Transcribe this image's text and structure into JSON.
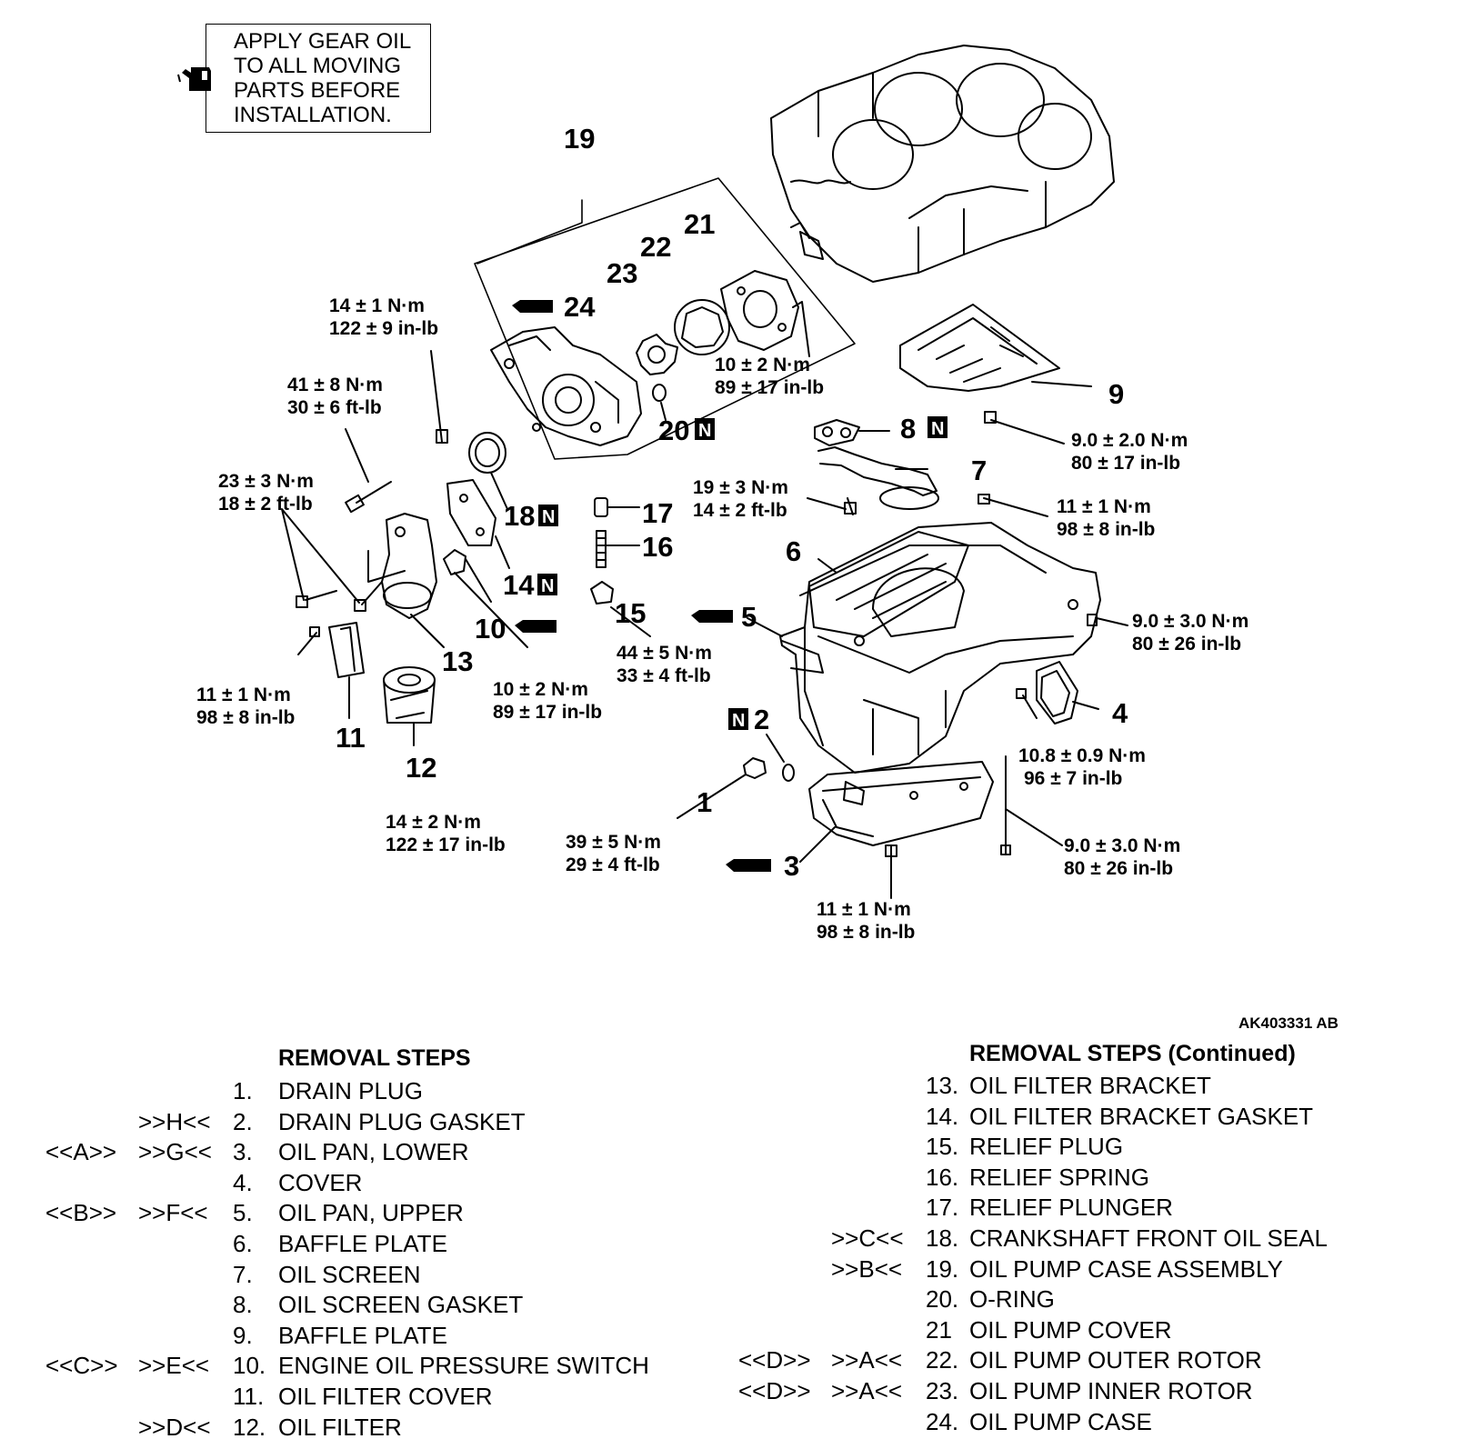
{
  "note": {
    "lines": [
      "APPLY GEAR OIL",
      "TO ALL MOVING",
      "PARTS BEFORE",
      "INSTALLATION."
    ],
    "icon": "oil-can-icon"
  },
  "document_id": "AK403331 AB",
  "callouts": {
    "c19": "19",
    "c21": "21",
    "c22": "22",
    "c23": "23",
    "c24": "24",
    "c20": "20",
    "c18": "18",
    "c17": "17",
    "c16": "16",
    "c15": "15",
    "c14": "14",
    "c13": "13",
    "c12": "12",
    "c11": "11",
    "c10": "10",
    "c9": "9",
    "c8": "8",
    "c7": "7",
    "c6": "6",
    "c5": "5",
    "c4": "4",
    "c3": "3",
    "c2": "2",
    "c1": "1",
    "new_part_mark": "N"
  },
  "torques": {
    "t_pump_bolt": [
      "14 ± 1 N·m",
      "122 ± 9 in-lb"
    ],
    "t_bracket_bolt": [
      "41 ± 8 N·m",
      "30 ± 6 ft-lb"
    ],
    "t_bracket_small": [
      "23 ± 3 N·m",
      "18 ± 2 ft-lb"
    ],
    "t_cover_screw": [
      "10 ± 2 N·m",
      "89 ± 17 in-lb"
    ],
    "t_baffle": [
      "9.0 ± 2.0 N·m",
      "80 ± 17 in-lb"
    ],
    "t_screen": [
      "19 ± 3 N·m",
      "14 ± 2 ft-lb"
    ],
    "t_screen_nut": [
      "11 ± 1 N·m",
      "98 ± 8 in-lb"
    ],
    "t_upper_pan": [
      "9.0 ± 3.0 N·m",
      "80 ± 26 in-lb"
    ],
    "t_filter_cover": [
      "11 ± 1 N·m",
      "98 ± 8 in-lb"
    ],
    "t_switch": [
      "10 ± 2 N·m",
      "89 ± 17 in-lb"
    ],
    "t_relief": [
      "44 ± 5 N·m",
      "33 ± 4 ft-lb"
    ],
    "t_cover4": [
      "10.8 ± 0.9 N·m",
      "96 ± 7 in-lb"
    ],
    "t_filter": [
      "14 ± 2 N·m",
      "122 ± 17 in-lb"
    ],
    "t_drain": [
      "39 ± 5 N·m",
      "29 ± 4 ft-lb"
    ],
    "t_long_bolt": [
      "9.0 ± 3.0 N·m",
      "80 ± 26 in-lb"
    ],
    "t_lower_pan": [
      "11 ± 1 N·m",
      "98 ± 8 in-lb"
    ]
  },
  "removal_steps": {
    "title": "REMOVAL STEPS",
    "items": [
      {
        "c1": "",
        "c2": "",
        "num": "1.",
        "name": "DRAIN PLUG"
      },
      {
        "c1": "",
        "c2": ">>H<<",
        "num": "2.",
        "name": "DRAIN PLUG GASKET"
      },
      {
        "c1": "<<A>>",
        "c2": ">>G<<",
        "num": "3.",
        "name": "OIL PAN, LOWER"
      },
      {
        "c1": "",
        "c2": "",
        "num": "4.",
        "name": "COVER"
      },
      {
        "c1": "<<B>>",
        "c2": ">>F<<",
        "num": "5.",
        "name": "OIL PAN, UPPER"
      },
      {
        "c1": "",
        "c2": "",
        "num": "6.",
        "name": "BAFFLE PLATE"
      },
      {
        "c1": "",
        "c2": "",
        "num": "7.",
        "name": "OIL SCREEN"
      },
      {
        "c1": "",
        "c2": "",
        "num": "8.",
        "name": "OIL SCREEN GASKET"
      },
      {
        "c1": "",
        "c2": "",
        "num": "9.",
        "name": "BAFFLE PLATE"
      },
      {
        "c1": "<<C>>",
        "c2": ">>E<<",
        "num": "10.",
        "name": "ENGINE OIL PRESSURE SWITCH"
      },
      {
        "c1": "",
        "c2": "",
        "num": "11.",
        "name": "OIL FILTER COVER"
      },
      {
        "c1": "",
        "c2": ">>D<<",
        "num": "12.",
        "name": "OIL FILTER"
      }
    ]
  },
  "removal_steps_continued": {
    "title": "REMOVAL STEPS (Continued)",
    "items": [
      {
        "c1": "",
        "c2": "",
        "num": "13.",
        "name": "OIL FILTER BRACKET"
      },
      {
        "c1": "",
        "c2": "",
        "num": "14.",
        "name": "OIL FILTER BRACKET GASKET"
      },
      {
        "c1": "",
        "c2": "",
        "num": "15.",
        "name": "RELIEF PLUG"
      },
      {
        "c1": "",
        "c2": "",
        "num": "16.",
        "name": "RELIEF SPRING"
      },
      {
        "c1": "",
        "c2": "",
        "num": "17.",
        "name": "RELIEF PLUNGER"
      },
      {
        "c1": "",
        "c2": ">>C<<",
        "num": "18.",
        "name": "CRANKSHAFT FRONT OIL SEAL"
      },
      {
        "c1": "",
        "c2": ">>B<<",
        "num": "19.",
        "name": "OIL PUMP CASE ASSEMBLY"
      },
      {
        "c1": "",
        "c2": "",
        "num": "20.",
        "name": "O-RING"
      },
      {
        "c1": "",
        "c2": "",
        "num": "21",
        "name": "OIL PUMP COVER"
      },
      {
        "c1": "<<D>>",
        "c2": ">>A<<",
        "num": "22.",
        "name": "OIL PUMP OUTER ROTOR"
      },
      {
        "c1": "<<D>>",
        "c2": ">>A<<",
        "num": "23.",
        "name": "OIL PUMP INNER ROTOR"
      },
      {
        "c1": "",
        "c2": "",
        "num": "24.",
        "name": "OIL PUMP CASE"
      }
    ]
  }
}
